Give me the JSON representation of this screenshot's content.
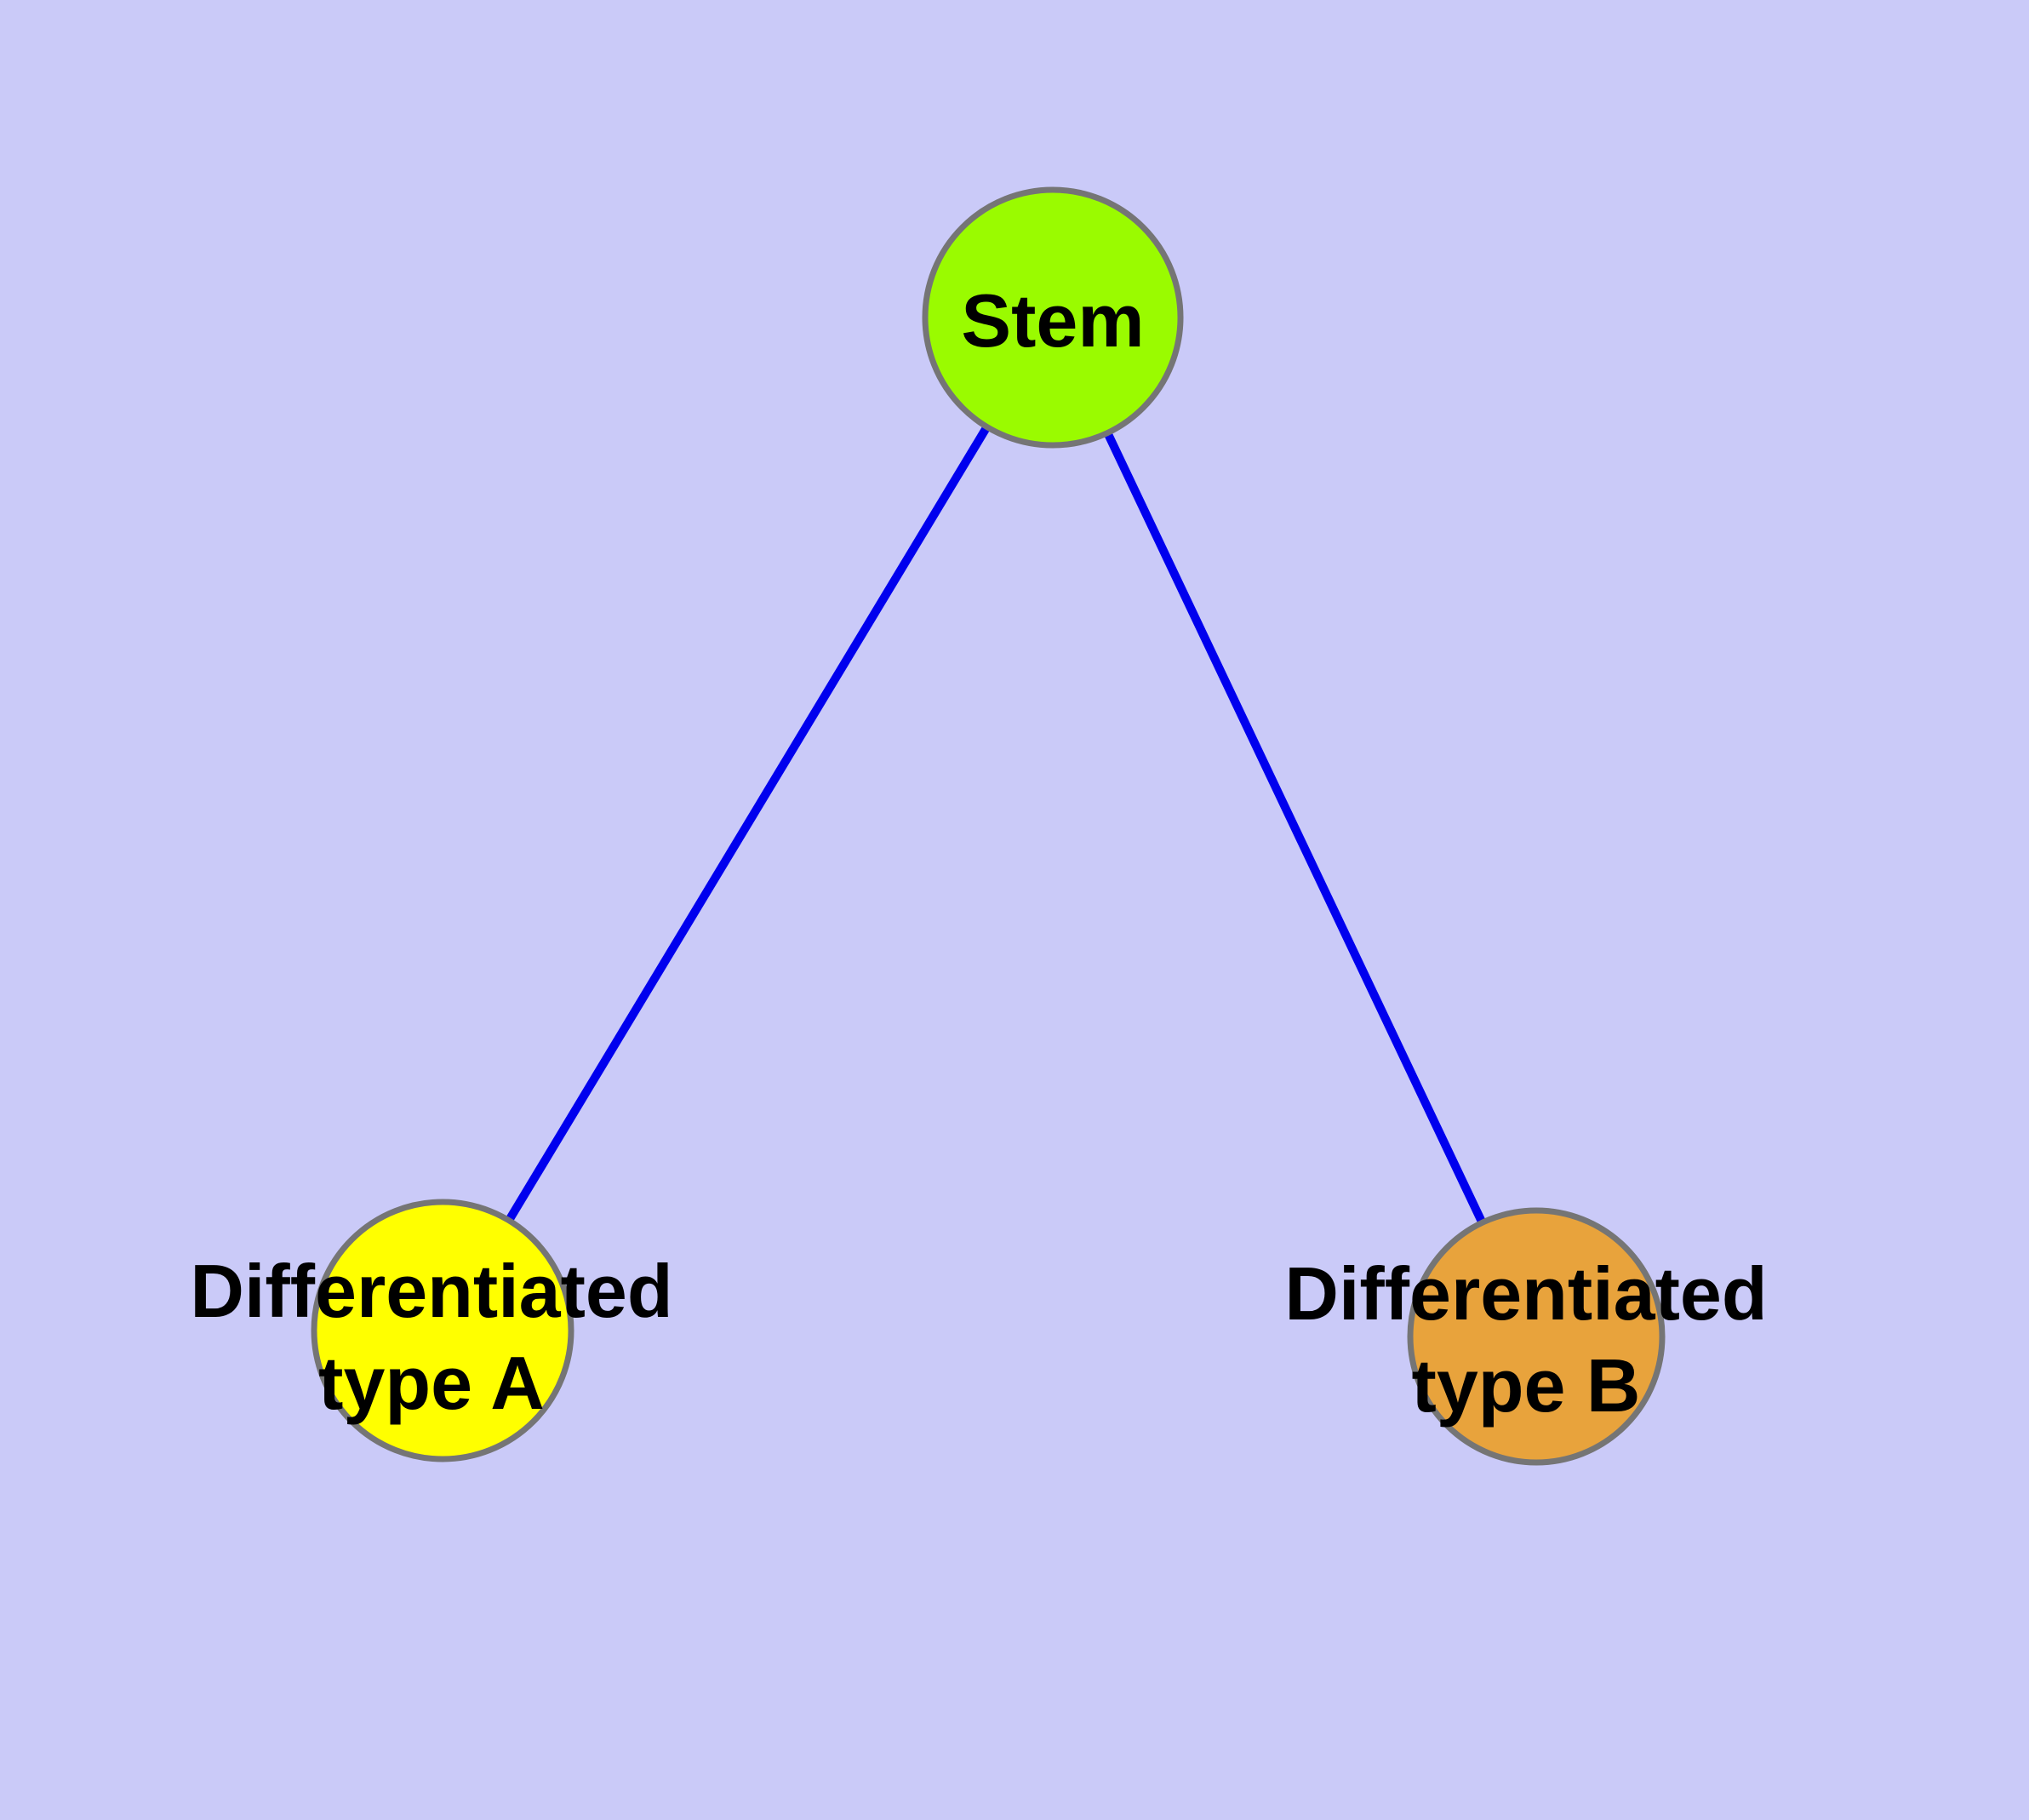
{
  "diagram": {
    "background_color": "#CACAF8",
    "edge_style": {
      "color": "#0000EE",
      "width": "10"
    },
    "node_style": {
      "border_color": "#757575",
      "border_width": "7"
    },
    "nodes": {
      "stem": {
        "label": "Stem",
        "fill": "#9AFB00"
      },
      "type_a": {
        "label_line1": "Differentiated",
        "label_line2": "type A",
        "fill": "#FFFF00"
      },
      "type_b": {
        "label_line1": "Differentiated",
        "label_line2": "type B",
        "fill": "#E8A33C"
      }
    },
    "edges": [
      {
        "from": "Stem",
        "to": "Differentiated type A"
      },
      {
        "from": "Stem",
        "to": "Differentiated type B"
      }
    ]
  }
}
